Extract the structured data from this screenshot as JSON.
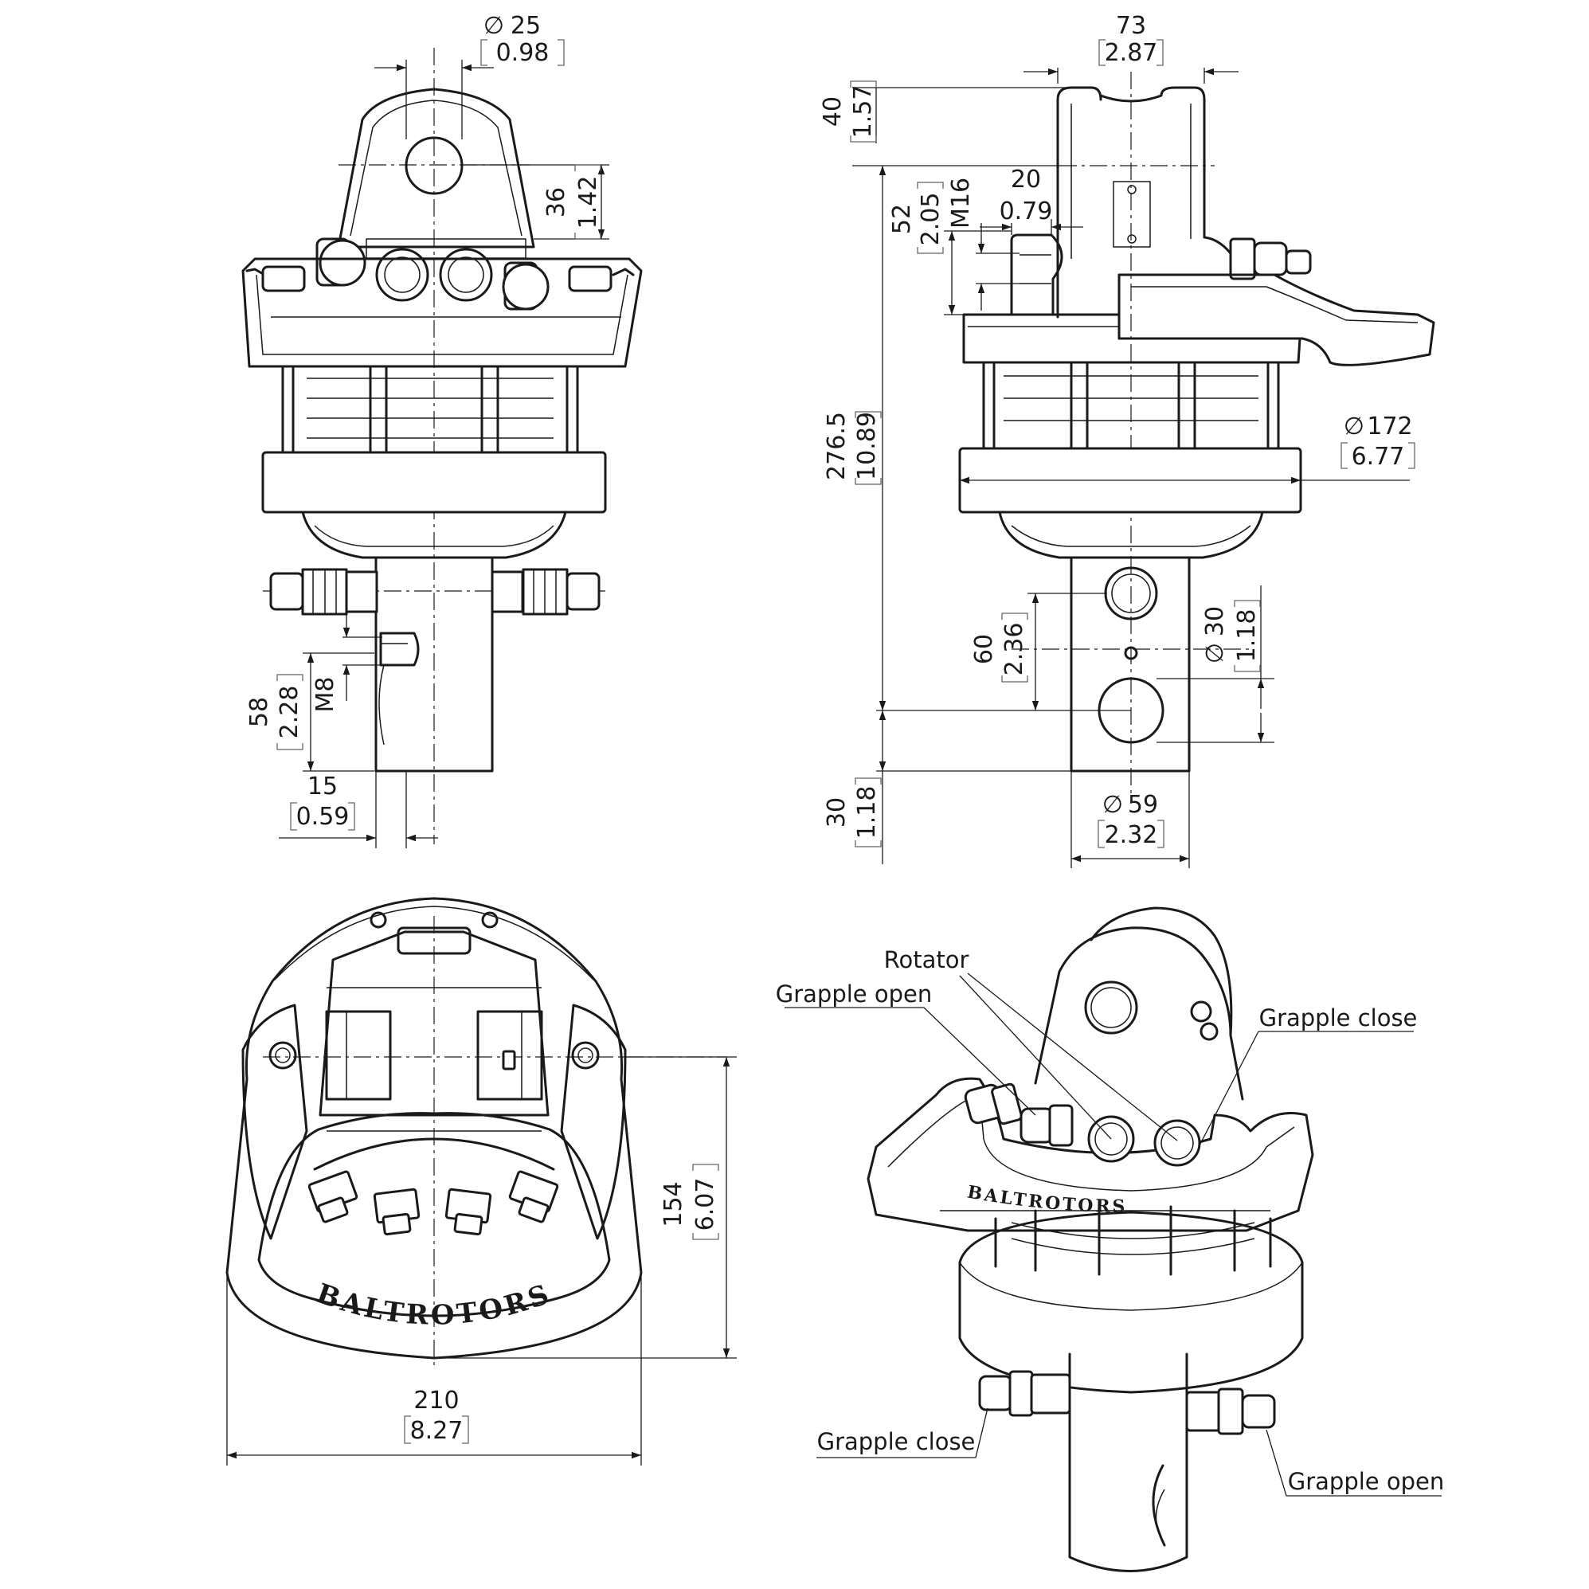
{
  "dimensions": {
    "front_pin_dia": {
      "mm": "25",
      "in": "0.98"
    },
    "front_pin_height": {
      "mm": "36",
      "in": "1.42"
    },
    "front_shaft_hole": {
      "mm": "58",
      "in": "2.28"
    },
    "front_thread": "M8",
    "front_offset": {
      "mm": "15",
      "in": "0.59"
    },
    "side_width": {
      "mm": "73",
      "in": "2.87"
    },
    "side_top": {
      "mm": "40",
      "in": "1.57"
    },
    "side_port_height": {
      "mm": "52",
      "in": "2.05"
    },
    "side_thread": "M16",
    "side_port_offset": {
      "mm": "20",
      "in": "0.79"
    },
    "side_total": {
      "mm": "276.5",
      "in": "10.89"
    },
    "side_body_dia": {
      "mm": "172",
      "in": "6.77"
    },
    "side_hole_pos": {
      "mm": "60",
      "in": "2.36"
    },
    "side_hole_dia": {
      "mm": "30",
      "in": "1.18"
    },
    "side_bottom": {
      "mm": "30",
      "in": "1.18"
    },
    "side_shaft_dia": {
      "mm": "59",
      "in": "2.32"
    },
    "top_depth": {
      "mm": "154",
      "in": "6.07"
    },
    "top_width": {
      "mm": "210",
      "in": "8.27"
    }
  },
  "symbols": {
    "diameter": "∅"
  },
  "brand": "BALTROTORS",
  "callouts": {
    "rotator": "Rotator",
    "grapple_open_top": "Grapple open",
    "grapple_close_top": "Grapple close",
    "grapple_close_bottom": "Grapple close",
    "grapple_open_bottom": "Grapple open"
  }
}
